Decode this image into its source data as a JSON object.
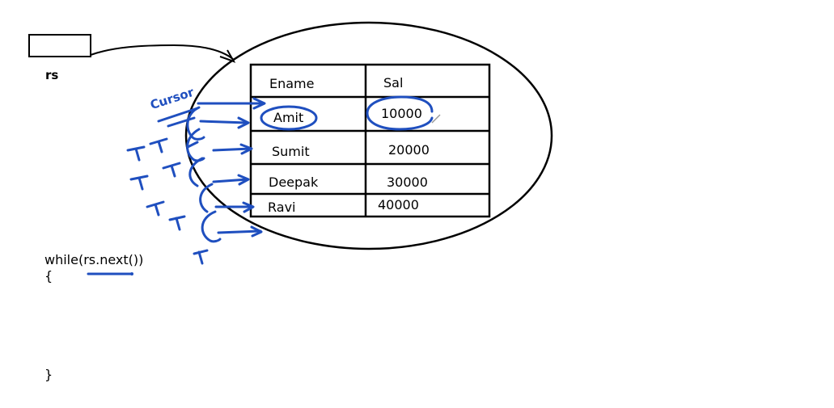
{
  "variable_label": "rs",
  "cursor_label": "Cursor",
  "table": {
    "headers": [
      "Ename",
      "Sal"
    ],
    "rows": [
      {
        "ename": "Amit",
        "sal": "10000"
      },
      {
        "ename": "Sumit",
        "sal": "20000"
      },
      {
        "ename": "Deepak",
        "sal": "30000"
      },
      {
        "ename": "Ravi",
        "sal": "40000"
      }
    ]
  },
  "code": {
    "loop": "while(rs.next())",
    "open_brace": "{",
    "close_brace": "}"
  },
  "colors": {
    "ink": "#000000",
    "annotation": "#1f4fbf"
  }
}
